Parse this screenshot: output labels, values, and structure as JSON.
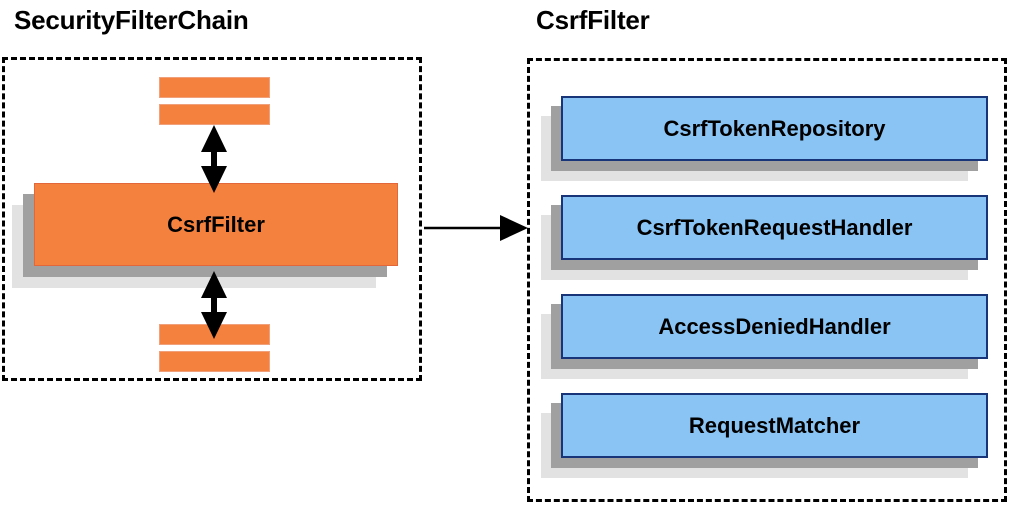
{
  "diagram": {
    "title_left": "SecurityFilterChain",
    "title_right": "CsrfFilter",
    "colors": {
      "filter_orange": "#F5813F",
      "collaborator_blue": "#89C4F4",
      "collaborator_border": "#18357A",
      "shadow_near": "#A0A0A0",
      "shadow_far": "#E2E2E2",
      "panel_border": "#000000",
      "arrow": "#000000",
      "background": "#FFFFFF"
    }
  },
  "left_panel": {
    "title": "SecurityFilterChain",
    "main_filter": {
      "label": "CsrfFilter"
    },
    "filter_bars": [
      {
        "label": "",
        "position": "above"
      },
      {
        "label": "",
        "position": "above"
      },
      {
        "label": "",
        "position": "below"
      },
      {
        "label": "",
        "position": "below"
      }
    ],
    "connectors": [
      {
        "name": "chain-connector-above",
        "style": "double-headed-vertical-arrow"
      },
      {
        "name": "chain-connector-below",
        "style": "double-headed-vertical-arrow"
      }
    ]
  },
  "right_panel": {
    "title": "CsrfFilter",
    "collaborators": [
      {
        "label": "CsrfTokenRepository"
      },
      {
        "label": "CsrfTokenRequestHandler"
      },
      {
        "label": "AccessDeniedHandler"
      },
      {
        "label": "RequestMatcher"
      }
    ]
  },
  "cross_panel_arrow": {
    "name": "expansion-arrow",
    "style": "single-headed-horizontal-arrow",
    "from": "CsrfFilter",
    "to": "CsrfFilter detail panel"
  }
}
